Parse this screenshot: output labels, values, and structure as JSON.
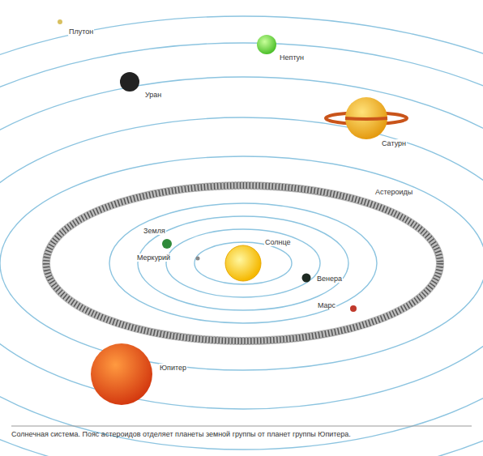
{
  "diagram": {
    "caption": "Солнечная система. Пояс астероидов отделяет планеты земной группы от планет группы Юпитера.",
    "labels": [
      "Плутон",
      "Нептун",
      "Уран",
      "Сатурн",
      "Астероиды",
      "Земля",
      "Солнце",
      "Меркурий",
      "Венера",
      "Марс",
      "Юпитер"
    ]
  }
}
